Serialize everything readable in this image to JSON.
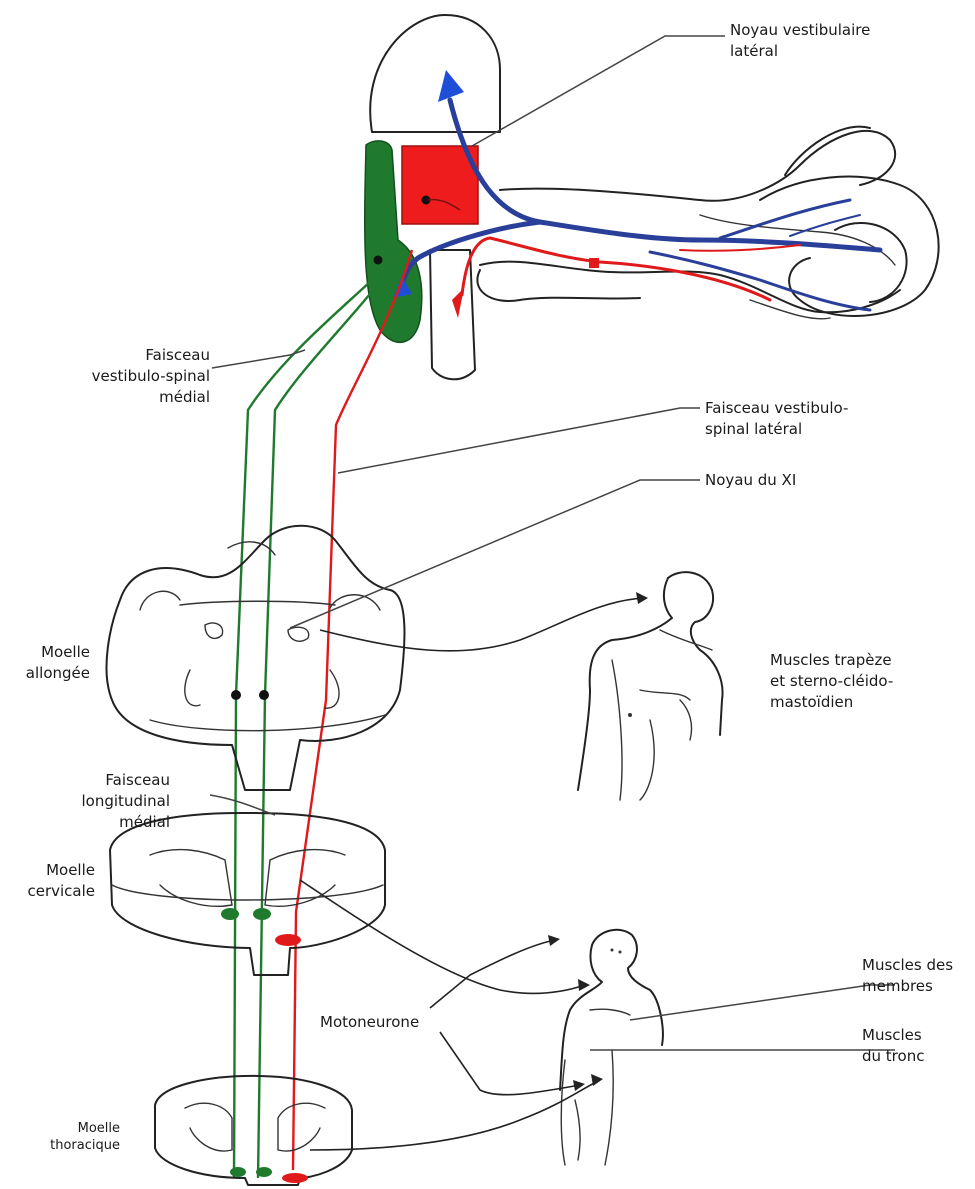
{
  "labels": {
    "noyau_vestibulaire_lateral": [
      "Noyau vestibulaire",
      "latéral"
    ],
    "faisceau_vestibulo_spinal_medial": [
      "Faisceau",
      "vestibulo-spinal",
      "médial"
    ],
    "faisceau_vestibulo_spinal_lateral": [
      "Faisceau vestibulo-",
      "spinal latéral"
    ],
    "noyau_du_xi": "Noyau du XI",
    "moelle_allongee": [
      "Moelle",
      "allongée"
    ],
    "muscles_trapeze": [
      "Muscles trapèze",
      "et sterno-cléido-",
      "mastoïdien"
    ],
    "faisceau_longitudinal_medial": [
      "Faisceau",
      "longitudinal",
      "médial"
    ],
    "moelle_cervicale": [
      "Moelle",
      "cervicale"
    ],
    "muscles_des_membres": [
      "Muscles des",
      "membres"
    ],
    "motoneurone": "Motoneurone",
    "muscles_du_tronc": [
      "Muscles",
      "du tronc"
    ],
    "moelle_thoracique": [
      "Moelle",
      "thoracique"
    ]
  },
  "colors": {
    "medial_tract": "#1f7a2e",
    "lateral_tract": "#e01a1a",
    "vestibular_nerve": "#2a3f9a",
    "outline": "#222222"
  }
}
